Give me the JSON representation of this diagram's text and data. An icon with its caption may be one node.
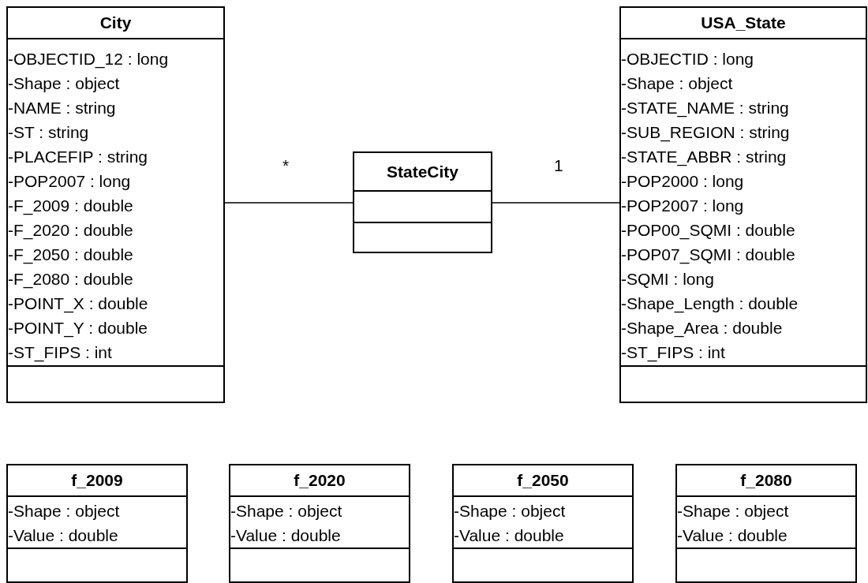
{
  "diagram": {
    "nodes": [
      {
        "text": [
          "City",
          "-OBJECTID_12 : long",
          "-Shape : object",
          "-NAME : string",
          "-ST : string",
          "-PLACEFIP : string",
          "-POP2007 : long",
          "-F_2009 : double",
          "-F_2020 : double",
          "-F_2050 : double",
          "-F_2080 : double",
          "-POINT_X : double",
          "-POINT_Y : double",
          "-ST_FIPS : int"
        ]
      },
      {
        "text": [
          "StateCity"
        ]
      },
      {
        "text": [
          "USA_State",
          "-OBJECTID : long",
          "-Shape : object",
          "-STATE_NAME : string",
          "-SUB_REGION : string",
          "-STATE_ABBR : string",
          "-POP2000 : long",
          "-POP2007 : long",
          "-POP00_SQMI : double",
          "-POP07_SQMI : double",
          "-SQMI : long",
          "-Shape_Length : double",
          "-Shape_Area : double",
          "-ST_FIPS : int"
        ]
      },
      {
        "text": [
          "f_2009",
          "-Shape : object",
          "-Value : double"
        ]
      },
      {
        "text": [
          "f_2020",
          "-Shape : object",
          "-Value : double"
        ]
      },
      {
        "text": [
          "f_2050",
          "-Shape : object",
          "-Value : double"
        ]
      },
      {
        "text": [
          "f_2080",
          "-Shape : object",
          "-Value : double"
        ]
      }
    ],
    "edges": [
      {
        "from": 0,
        "to": 1,
        "arrow": "none"
      },
      {
        "from": 1,
        "to": 2,
        "arrow": "none"
      }
    ],
    "labels": [
      "*",
      "1"
    ]
  }
}
